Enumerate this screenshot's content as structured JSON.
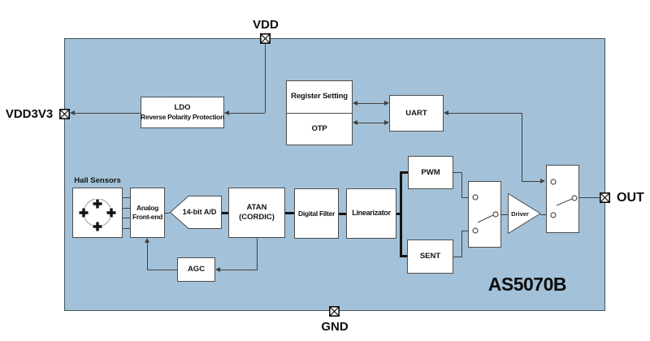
{
  "chip_label": "AS5070B",
  "pins": {
    "vdd": {
      "label": "VDD"
    },
    "vdd3v3": {
      "label": "VDD3V3"
    },
    "gnd": {
      "label": "GND"
    },
    "out": {
      "label": "OUT"
    }
  },
  "blocks": {
    "ldo": {
      "line1": "LDO",
      "line2": "Reverse Polarity Protection"
    },
    "register_setting": {
      "label": "Register Setting"
    },
    "otp": {
      "label": "OTP"
    },
    "uart": {
      "label": "UART"
    },
    "hall_sensors": {
      "label": "Hall Sensors"
    },
    "analog_front_end": {
      "line1": "Analog",
      "line2": "Front-end"
    },
    "adc": {
      "label": "14-bit A/D"
    },
    "atan": {
      "line1": "ATAN",
      "line2": "(CORDIC)"
    },
    "digital_filter": {
      "label": "Digital Filter"
    },
    "linearizator": {
      "label": "Linearizator"
    },
    "pwm": {
      "label": "PWM"
    },
    "sent": {
      "label": "SENT"
    },
    "agc": {
      "label": "AGC"
    },
    "driver": {
      "label": "Driver"
    }
  },
  "colors": {
    "chip_fill": "#a3c2d9",
    "chip_border": "#44545e",
    "block_fill": "#ffffff",
    "block_border": "#4d4d4d",
    "wire": "#404040",
    "wire_thick": "#141414",
    "text": "#141414"
  }
}
